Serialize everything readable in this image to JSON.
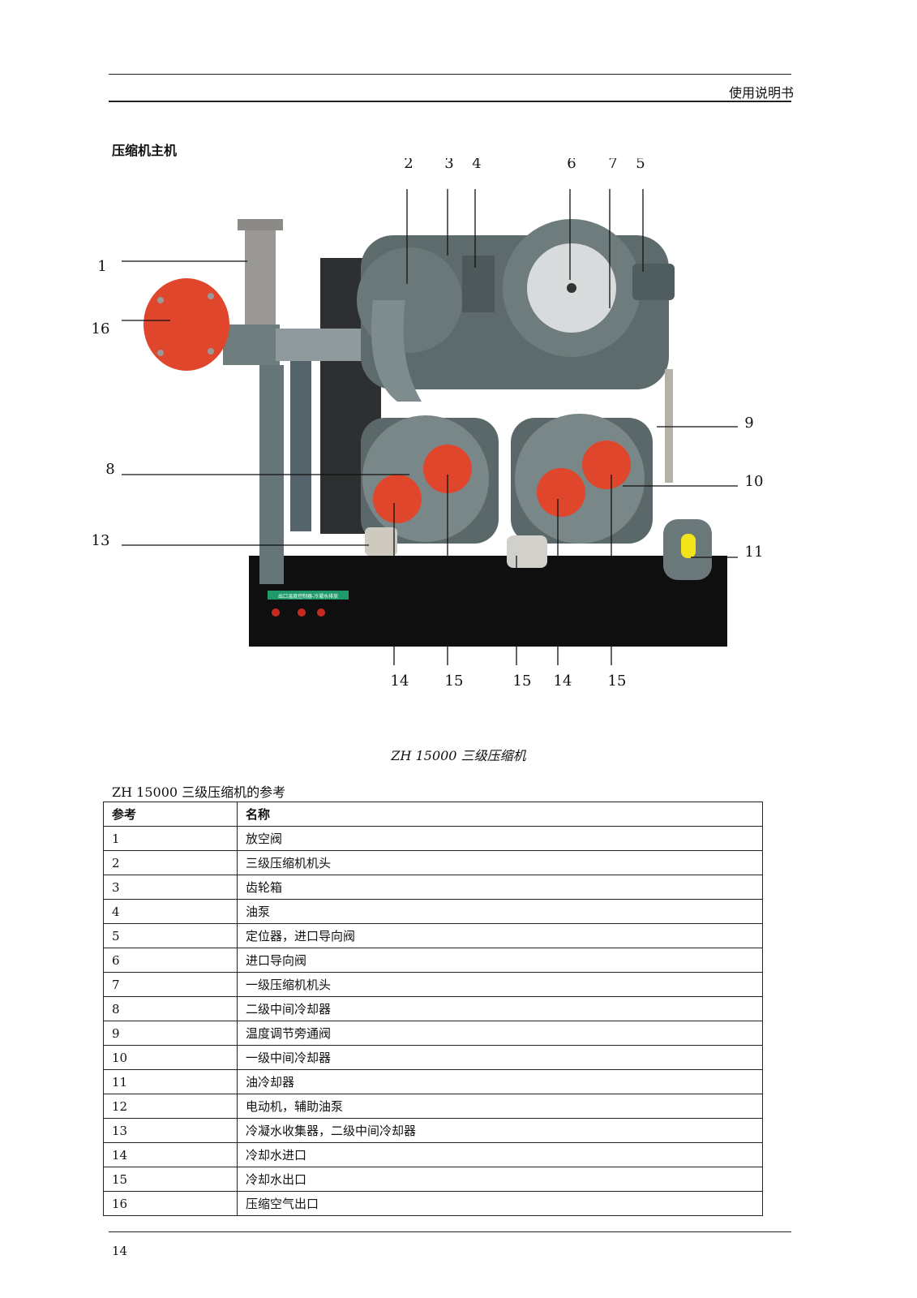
{
  "header": {
    "title": "使用说明书"
  },
  "section_title": "压缩机主机",
  "figure": {
    "callouts_top": [
      "2",
      "3",
      "4",
      "6",
      "7",
      "5"
    ],
    "callouts_left": [
      "1",
      "16",
      "8",
      "13"
    ],
    "callouts_right": [
      "9",
      "10",
      "11"
    ],
    "callouts_bottom": [
      "14",
      "15",
      "15",
      "14",
      "15"
    ],
    "panel_text": "出口温度控制器-冷凝水排放"
  },
  "figure_caption": "ZH 15000 三级压缩机",
  "table": {
    "caption": "ZH 15000 三级压缩机的参考",
    "headers": [
      "参考",
      "名称"
    ],
    "rows": [
      [
        "1",
        "放空阀"
      ],
      [
        "2",
        "三级压缩机机头"
      ],
      [
        "3",
        "齿轮箱"
      ],
      [
        "4",
        "油泵"
      ],
      [
        "5",
        "定位器，进口导向阀"
      ],
      [
        "6",
        "进口导向阀"
      ],
      [
        "7",
        "一级压缩机机头"
      ],
      [
        "8",
        "二级中间冷却器"
      ],
      [
        "9",
        "温度调节旁通阀"
      ],
      [
        "10",
        "一级中间冷却器"
      ],
      [
        "11",
        "油冷却器"
      ],
      [
        "12",
        "电动机，辅助油泵"
      ],
      [
        "13",
        "冷凝水收集器，二级中间冷却器"
      ],
      [
        "14",
        "冷却水进口"
      ],
      [
        "15",
        "冷却水出口"
      ],
      [
        "16",
        "压缩空气出口"
      ]
    ]
  },
  "footer": {
    "page_number": "14"
  },
  "colors": {
    "machine_gray": "#5d6b6c",
    "cover_red": "#e0462c",
    "base_black": "#0f0f0f",
    "yellow": "#f2e31b"
  }
}
